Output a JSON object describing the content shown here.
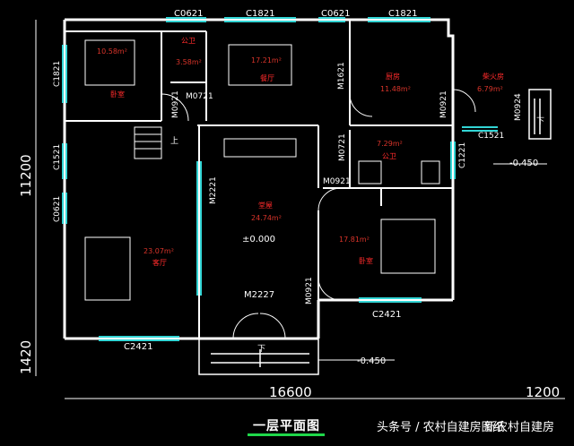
{
  "drawing_title": "一层平面图",
  "watermark": {
    "source": "头条号 / 农村自建房图纸",
    "account": "新农村自建房"
  },
  "dimensions": {
    "total_width": "16600",
    "right_extension": "1200",
    "depth": "11200",
    "porch_depth": "1420"
  },
  "levels": {
    "main": "±0.000",
    "outside_right": "-0.450",
    "outside_porch": "-0.450"
  },
  "rooms": [
    {
      "name": "卧室",
      "area": "10.58m²"
    },
    {
      "name": "公卫",
      "area": "3.58m²"
    },
    {
      "name": "餐厅",
      "area": "17.21m²"
    },
    {
      "name": "厨房",
      "area": "11.48m²"
    },
    {
      "name": "柴火房",
      "area": "6.79m²"
    },
    {
      "name": "公卫",
      "area": "7.29m²"
    },
    {
      "name": "堂屋",
      "area": "24.74m²"
    },
    {
      "name": "客厅",
      "area": "23.07m²"
    },
    {
      "name": "卧室",
      "area": "17.81m²"
    }
  ],
  "stair_label": "上",
  "down_labels": [
    "下",
    "下"
  ],
  "openings": {
    "top": [
      "C0621",
      "C1821",
      "C0621",
      "C1821"
    ],
    "m0721_left": "M0721",
    "m0921_a": "M0921",
    "m1621": "M1621",
    "m0921_b": "M0921",
    "m0924": "M0924",
    "c1521_right": "C1521",
    "c1821_left": "C1821",
    "c1521_left": "C1521",
    "c0621_left": "C0621",
    "m2221": "M2221",
    "m0721_mid": "M0721",
    "m0921_c": "M0921",
    "c1221": "C1221",
    "m0921_d": "M0921",
    "m2227": "M2227",
    "c2421_left": "C2421",
    "c2421_right": "C2421"
  },
  "colors": {
    "background": "#000000",
    "wall": "#ffffff",
    "window": "#33d6d6",
    "room_text": "#ff2b2b",
    "title_underline": "#1fd84a"
  }
}
